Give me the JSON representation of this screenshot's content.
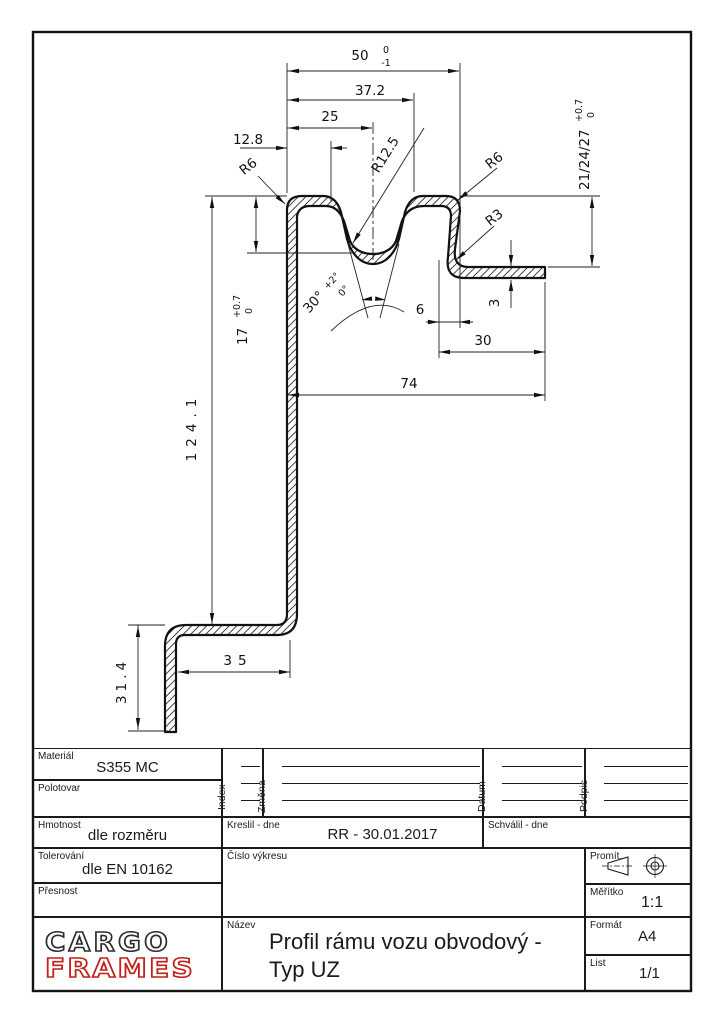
{
  "dimensions": {
    "width_50": {
      "value": "50",
      "tol_top": "0",
      "tol_bot": "-1"
    },
    "width_37_2": "37.2",
    "width_25": "25",
    "width_12_8": "12.8",
    "radius_valley": "R12.5",
    "radius_left": "R6",
    "radius_right": "R6",
    "radius_r3": "R3",
    "height_21_24_27": {
      "value": "21/24/27",
      "tol_top": "+0.7",
      "tol_bot": "0"
    },
    "depth_17": {
      "value": "17",
      "tol_top": "+0.7",
      "tol_bot": "0"
    },
    "height_124_1": "124.1",
    "angle_30": {
      "value": "30°",
      "tol_top": "+2°",
      "tol_bot": "0°"
    },
    "width_6": "6",
    "thickness_3": "3",
    "width_30": "30",
    "width_74": "74",
    "width_35": "35",
    "height_31_4": "31.4"
  },
  "title_block": {
    "material_label": "Materiál",
    "material_value": "S355 MC",
    "blank_label": "Polotovar",
    "blank_value": "",
    "weight_label": "Hmotnost",
    "weight_value": "dle rozměru",
    "tolerance_label": "Tolerování",
    "tolerance_value": "dle EN 10162",
    "accuracy_label": "Přesnost",
    "accuracy_value": "",
    "index_label": "Index",
    "change_label": "Změna",
    "date_label": "Datum",
    "signature_label": "Podpis",
    "drawn_label": "Kreslil - dne",
    "drawn_value": "RR - 30.01.2017",
    "approved_label": "Schválil - dne",
    "approved_value": "",
    "drawing_number_label": "Číslo výkresu",
    "drawing_number_value": "",
    "projection_label": "Promít.",
    "scale_label": "Měřítko",
    "scale_value": "1:1",
    "name_label": "Název",
    "name_line1": "Profil rámu vozu obvodový -",
    "name_line2": "Typ UZ",
    "format_label": "Formát",
    "format_value": "A4",
    "sheet_label": "List",
    "sheet_value": "1/1"
  },
  "logo": {
    "word1": "CARGO",
    "word1_color": "#2d2d2d",
    "word2": "FRAMES",
    "word2_color": "#c2201a"
  }
}
